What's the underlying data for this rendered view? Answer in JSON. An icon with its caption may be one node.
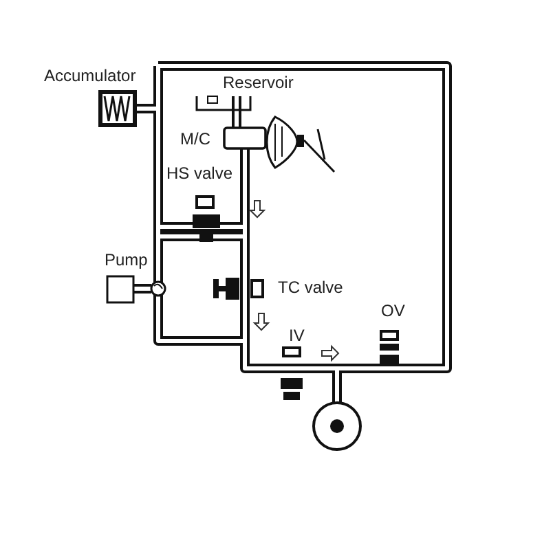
{
  "diagram": {
    "labels": [
      "Accumulator",
      "Reservoir",
      "M/C",
      "HS valve",
      "Pump",
      "TC valve",
      "IV",
      "OV"
    ]
  }
}
